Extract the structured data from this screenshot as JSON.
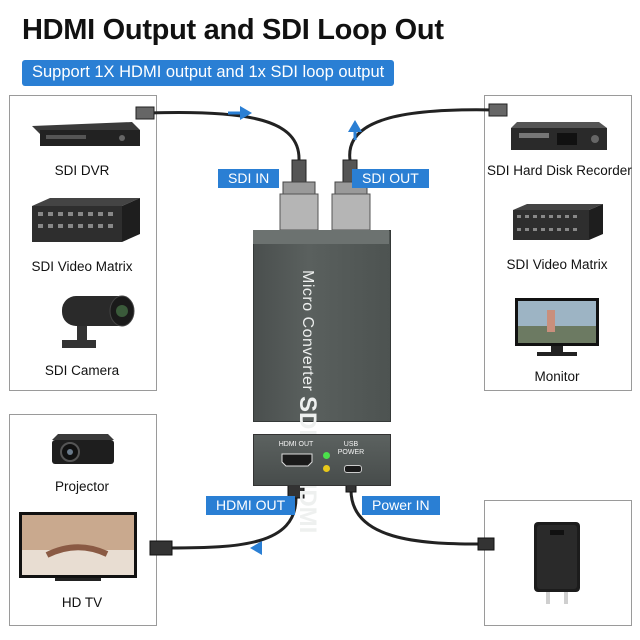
{
  "title": "HDMI Output and SDI Loop Out",
  "subtitle": "Support 1X HDMI output and 1x SDI loop output",
  "left_devices": [
    {
      "label": "SDI DVR",
      "icon": "dvr-icon"
    },
    {
      "label": "SDI Video Matrix",
      "icon": "video-matrix-icon"
    },
    {
      "label": "SDI Camera",
      "icon": "camera-icon"
    }
  ],
  "right_devices": [
    {
      "label": "SDI Hard Disk Recorder",
      "icon": "recorder-icon"
    },
    {
      "label": "SDI Video Matrix",
      "icon": "video-matrix-icon"
    },
    {
      "label": "Monitor",
      "icon": "monitor-icon"
    }
  ],
  "output_devices": [
    {
      "label": "Projector",
      "icon": "projector-icon"
    },
    {
      "label": "HD TV",
      "icon": "tv-icon"
    }
  ],
  "power_device": {
    "icon": "power-adapter-icon"
  },
  "tags": {
    "sdi_in": "SDI IN",
    "sdi_out": "SDI OUT",
    "hdmi_out": "HDMI OUT",
    "power_in": "Power  IN"
  },
  "converter": {
    "line1": "Micro Converter",
    "line2": "SDI to HDMI",
    "hdmi_port_label": "HDMI OUT",
    "usb_port_label_1": "USB",
    "usb_port_label_2": "POWER"
  },
  "colors": {
    "accent": "#2a7fd4",
    "device_body": "#4f5553"
  }
}
